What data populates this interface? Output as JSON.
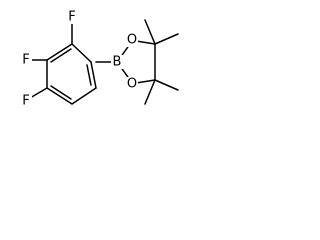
{
  "molecule": {
    "atoms": {
      "f_top": "F",
      "f_left": "F",
      "f_bottom": "F",
      "boron": "B",
      "oxygen_top": "O",
      "oxygen_bottom": "O"
    }
  }
}
